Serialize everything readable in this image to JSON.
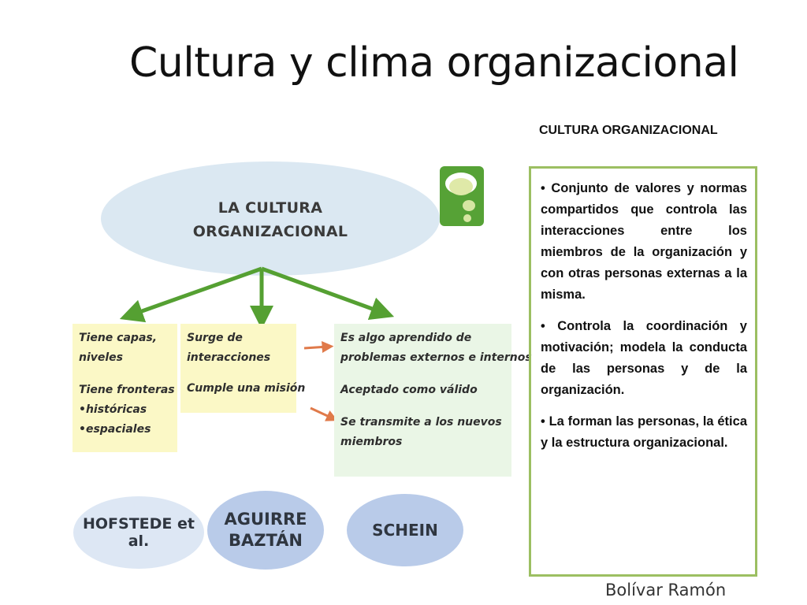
{
  "title": "Cultura y clima organizacional",
  "subheading": "CULTURA ORGANIZACIONAL",
  "bullets": [
    "• Conjunto de valores y normas compartidos que controla las interacciones entre los miembros de la organización y con otras personas externas a la misma.",
    "• Controla la coordinación y motivación; modela la conducta de las personas y de la organización.",
    "• La forman las personas, la ética y la estructura organizacional."
  ],
  "author": "Bolívar Ramón",
  "diagram": {
    "center_line1": "LA CULTURA",
    "center_line2": "ORGANIZACIONAL",
    "box1": {
      "line1": "Tiene capas,",
      "line2": "niveles",
      "line3": "Tiene  fronteras",
      "line4": "•históricas",
      "line5": "•espaciales"
    },
    "box2": {
      "line1": "Surge de",
      "line2": "interacciones",
      "line3": "Cumple una misión"
    },
    "box3": {
      "line1": "Es algo aprendido de",
      "line2": "problemas externos e internos",
      "line3": "Aceptado como válido",
      "line4": "Se transmite a los nuevos",
      "line5": "miembros"
    },
    "authors": {
      "hofstede": "HOFSTEDE et al.",
      "aguirre_1": "AGUIRRE",
      "aguirre_2": "BAZTÁN",
      "schein": "SCHEIN"
    }
  },
  "colors": {
    "arrow": "#55a032",
    "border": "#9cbf62",
    "yellow": "#fbf8c6",
    "green_light": "#eaf6e6",
    "blue_light": "#dbe8f2",
    "blue_mid": "#b9cbe9"
  }
}
